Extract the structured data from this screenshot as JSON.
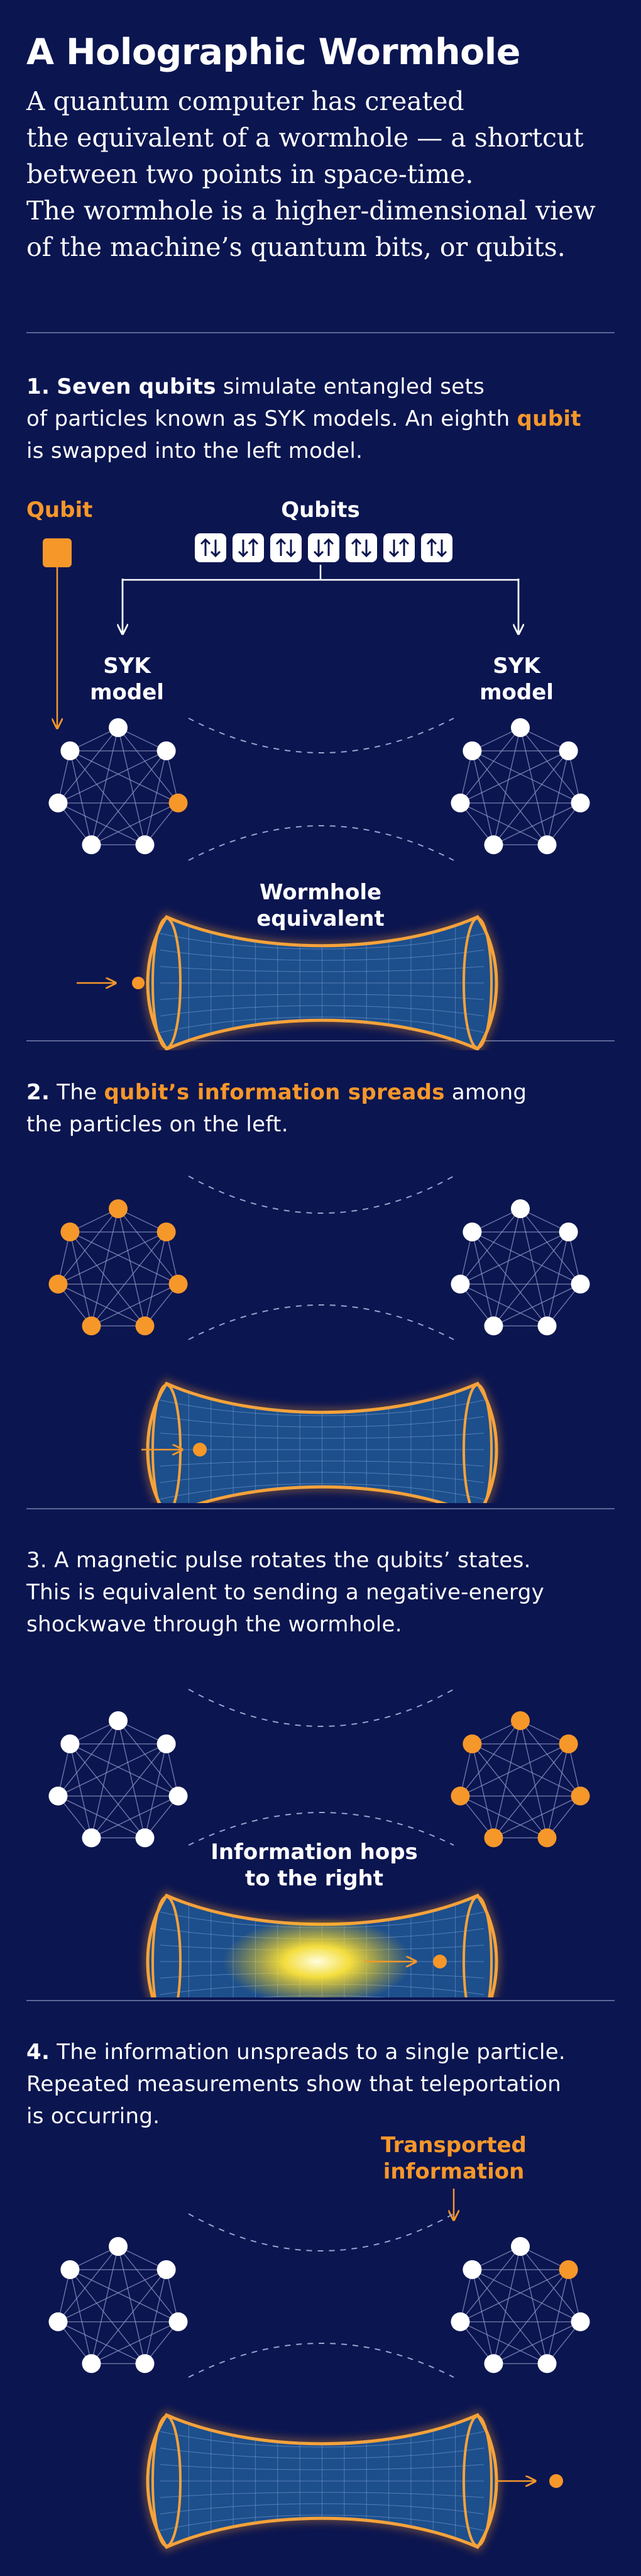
{
  "title": "A Holographic Wormhole",
  "intro": {
    "line1": "A quantum computer has created",
    "line2": "the equivalent of a wormhole — a shortcut",
    "line3": "between two points in space-time.",
    "line4": "The wormhole is a higher-dimensional view",
    "line5": "of the machine’s quantum bits, or qubits."
  },
  "colors": {
    "background": "#0b1550",
    "accent": "#f6972a",
    "node": "#ffffff",
    "wormhole": "#1d4f8c"
  },
  "step1": {
    "num": "1.",
    "bold": "Seven qubits",
    "line1_rest": " simulate entangled sets",
    "line2_a": "of particles known as SYK models. An eighth ",
    "line2_qubit": "qubit",
    "line3": "is swapped into the left model.",
    "qubit_label": "Qubit",
    "qubits_label": "Qubits",
    "syk_left_1": "SYK",
    "syk_left_2": "model",
    "syk_right_1": "SYK",
    "syk_right_2": "model",
    "wormhole_label_1": "Wormhole",
    "wormhole_label_2": "equivalent",
    "qubit_icons": [
      "qubit-up-down-icon",
      "qubit-down-up-icon",
      "qubit-up-down-icon",
      "qubit-down-up-icon",
      "qubit-up-down-icon",
      "qubit-down-up-icon",
      "qubit-up-down-icon"
    ]
  },
  "step2": {
    "num": "2.",
    "line1_a": " The ",
    "line1_orange": "qubit’s information spreads",
    "line1_b": " among",
    "line2": "the particles on the left."
  },
  "step3": {
    "line1": "3. A magnetic pulse rotates the qubits’ states.",
    "line2": "This is equivalent to sending a negative-energy",
    "line3": "shockwave through the wormhole.",
    "hop_label_1": "Information hops",
    "hop_label_2": "to the right"
  },
  "step4": {
    "num": "4.",
    "line1_rest": " The information unspreads to a single particle.",
    "line2": "Repeated measurements show that teleportation",
    "line3": "is occurring.",
    "transported_1": "Transported",
    "transported_2": "information"
  },
  "node_states": {
    "panel1": {
      "left": [
        0,
        0,
        1,
        0,
        0,
        0,
        0
      ],
      "right": [
        0,
        0,
        0,
        0,
        0,
        0,
        0
      ]
    },
    "panel2": {
      "left": [
        1,
        1,
        1,
        1,
        1,
        1,
        1
      ],
      "right": [
        0,
        0,
        0,
        0,
        0,
        0,
        0
      ]
    },
    "panel3": {
      "left": [
        0,
        0,
        0,
        0,
        0,
        0,
        0
      ],
      "right": [
        1,
        1,
        1,
        1,
        1,
        1,
        1
      ]
    },
    "panel4": {
      "left": [
        0,
        0,
        0,
        0,
        0,
        0,
        0
      ],
      "right": [
        0,
        1,
        0,
        0,
        0,
        0,
        0
      ]
    }
  }
}
